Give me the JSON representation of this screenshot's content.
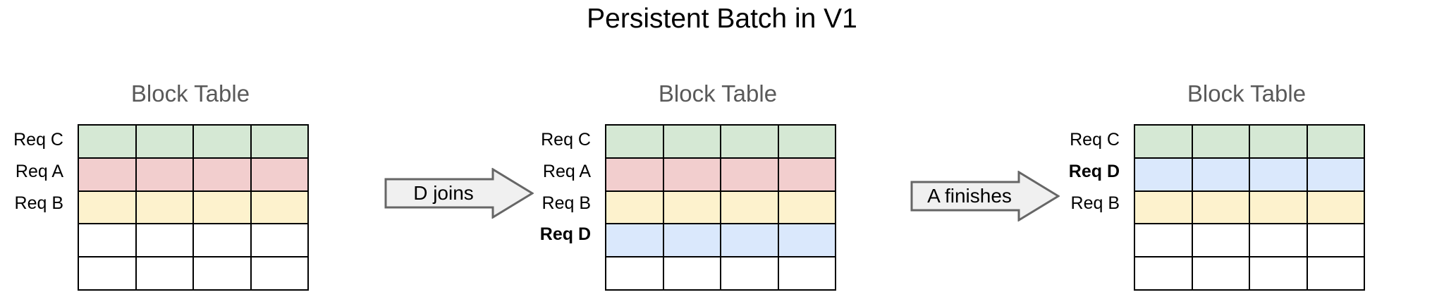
{
  "title": "Persistent Batch in V1",
  "colors": {
    "green": "#d5e8d4",
    "pink": "#f2cece",
    "yellow": "#fdf2cd",
    "blue": "#dae8fc",
    "empty": "#ffffff",
    "border": "#000000",
    "title_gray": "#595959",
    "arrow_fill": "#f0f0f0",
    "arrow_stroke": "#666666"
  },
  "panels": [
    {
      "title": "Block Table",
      "columns": 4,
      "rows": [
        {
          "label": "Req C",
          "bold": false,
          "color": "#d5e8d4"
        },
        {
          "label": "Req A",
          "bold": false,
          "color": "#f2cece"
        },
        {
          "label": "Req B",
          "bold": false,
          "color": "#fdf2cd"
        },
        {
          "label": "",
          "bold": false,
          "color": "#ffffff"
        },
        {
          "label": "",
          "bold": false,
          "color": "#ffffff"
        }
      ]
    },
    {
      "title": "Block Table",
      "columns": 4,
      "rows": [
        {
          "label": "Req C",
          "bold": false,
          "color": "#d5e8d4"
        },
        {
          "label": "Req A",
          "bold": false,
          "color": "#f2cece"
        },
        {
          "label": "Req B",
          "bold": false,
          "color": "#fdf2cd"
        },
        {
          "label": "Req D",
          "bold": true,
          "color": "#dae8fc"
        },
        {
          "label": "",
          "bold": false,
          "color": "#ffffff"
        }
      ]
    },
    {
      "title": "Block Table",
      "columns": 4,
      "rows": [
        {
          "label": "Req C",
          "bold": false,
          "color": "#d5e8d4"
        },
        {
          "label": "Req D",
          "bold": true,
          "color": "#dae8fc"
        },
        {
          "label": "Req B",
          "bold": false,
          "color": "#fdf2cd"
        },
        {
          "label": "",
          "bold": false,
          "color": "#ffffff"
        },
        {
          "label": "",
          "bold": false,
          "color": "#ffffff"
        }
      ]
    }
  ],
  "arrows": [
    {
      "label": "D joins"
    },
    {
      "label": "A finishes"
    }
  ]
}
